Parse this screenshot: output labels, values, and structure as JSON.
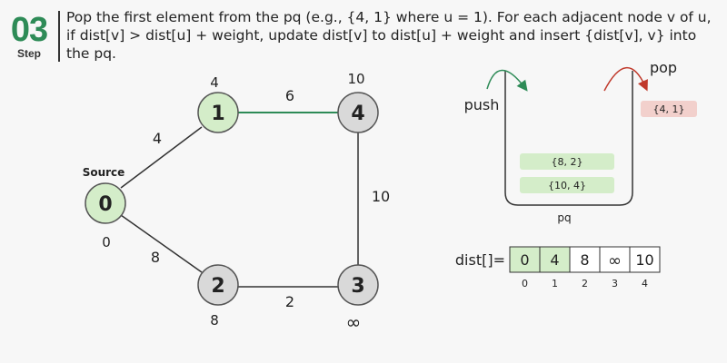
{
  "step": {
    "number": "03",
    "label": "Step",
    "description": "Pop the first element from the pq (e.g., {4, 1} where u = 1). For each adjacent node v of u, if dist[v] > dist[u] + weight, update dist[v] to dist[u] + weight and insert {dist[v], v} into the pq."
  },
  "graph": {
    "source_label": "Source",
    "nodes": [
      {
        "id": "0",
        "dist": "0"
      },
      {
        "id": "1",
        "dist": "4"
      },
      {
        "id": "2",
        "dist": "8"
      },
      {
        "id": "3",
        "dist": "∞"
      },
      {
        "id": "4",
        "dist": "10"
      }
    ],
    "edges": [
      {
        "from": "0",
        "to": "1",
        "weight": "4"
      },
      {
        "from": "0",
        "to": "2",
        "weight": "8"
      },
      {
        "from": "1",
        "to": "4",
        "weight": "6"
      },
      {
        "from": "2",
        "to": "3",
        "weight": "2"
      },
      {
        "from": "3",
        "to": "4",
        "weight": "10"
      }
    ]
  },
  "pq": {
    "label": "pq",
    "push_label": "push",
    "pop_label": "pop",
    "popped": "{4, 1}",
    "items": [
      "{8, 2}",
      "{10, 4}"
    ]
  },
  "dist_array": {
    "label": "dist[]=",
    "values": [
      "0",
      "4",
      "8",
      "∞",
      "10"
    ],
    "indices": [
      "0",
      "1",
      "2",
      "3",
      "4"
    ]
  },
  "colors": {
    "accent": "#2e8b57",
    "visited_node": "#d4edc9",
    "unvisited_node": "#d9d9d9",
    "highlight_edge": "#2e8b57",
    "pop_item": "#f2d0cc",
    "pq_item": "#d4edc9",
    "push_arrow": "#2e8b57",
    "pop_arrow": "#c0392b"
  }
}
